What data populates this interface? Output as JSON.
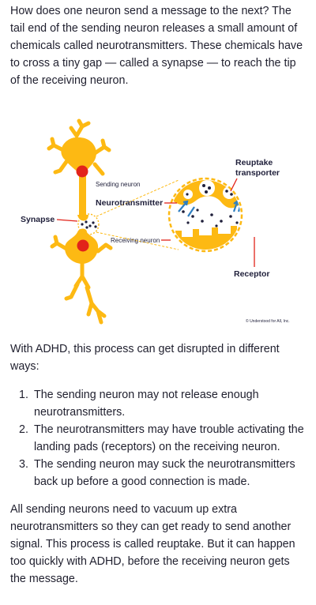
{
  "intro": "How does one neuron send a message to the next? The tail end of the sending neuron releases a small amount of chemicals called neurotransmitters. These chemicals have to cross a tiny gap — called a synapse — to reach the tip of the receiving neuron.",
  "figure": {
    "labels": {
      "sending": "Sending neuron",
      "neurotransmitter": "Neurotransmitter",
      "synapse": "Synapse",
      "receiving": "Receiving neuron",
      "reuptake_line1": "Reuptake",
      "reuptake_line2": "transporter",
      "receptor": "Receptor",
      "credit": "© Understood for All, Inc."
    },
    "colors": {
      "neuron": "#fdb913",
      "nucleus": "#e2231a",
      "leader": "#e2231a",
      "arrow": "#2f7fc1",
      "chemical": "#1f1f3a"
    }
  },
  "adhd": "With ADHD, this process can get disrupted in different ways:",
  "reasons": [
    {
      "n": "1.",
      "text": "The sending neuron may not release enough neurotransmitters."
    },
    {
      "n": "2.",
      "text": "The neurotransmitters may have trouble activating the landing pads (receptors) on the receiving neuron."
    },
    {
      "n": "3.",
      "text": "The sending neuron may suck the neurotransmitters back up before a good connection is made."
    }
  ],
  "outro": "All sending neurons need to vacuum up extra neurotransmitters so they can get ready to send another signal. This process is called reuptake. But it can happen too quickly with ADHD, before the receiving neuron gets the message."
}
